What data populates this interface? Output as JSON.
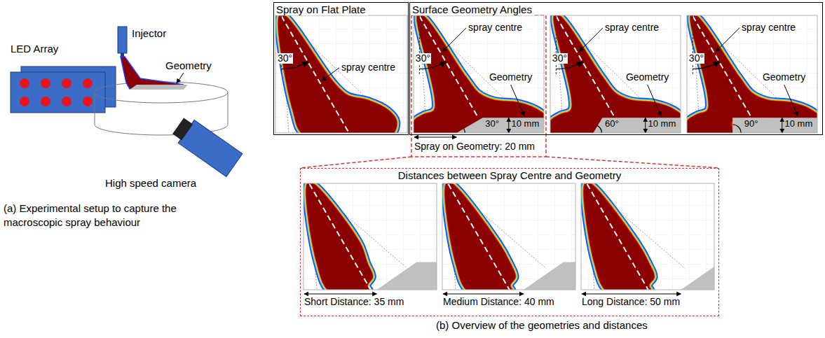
{
  "diagram": {
    "nodes": [
      {
        "text": [
          "Spray on Flat Plate"
        ]
      },
      {
        "text": [
          "Surface Geometry Angles"
        ]
      },
      {
        "text": [
          "Distances between Spray Centre and Geometry"
        ]
      }
    ],
    "labels": [
      "LED Array",
      "Injector",
      "Geometry",
      "High speed camera",
      "(a) Experimental setup to capture the macroscopic spray behaviour",
      "30°",
      "spray centre",
      "spray centre",
      "30°",
      "30°",
      "Geometry",
      "10 mm",
      "Spray on Geometry: 20 mm",
      "30°",
      "spray centre",
      "Geometry",
      "60°",
      "10 mm",
      "30°",
      "spray centre",
      "Geometry",
      "90°",
      "10 mm",
      "Short Distance: 35 mm",
      "Medium Distance: 40 mm",
      "Long Distance: 50 mm",
      "(b) Overview of the geometries and distances"
    ]
  }
}
